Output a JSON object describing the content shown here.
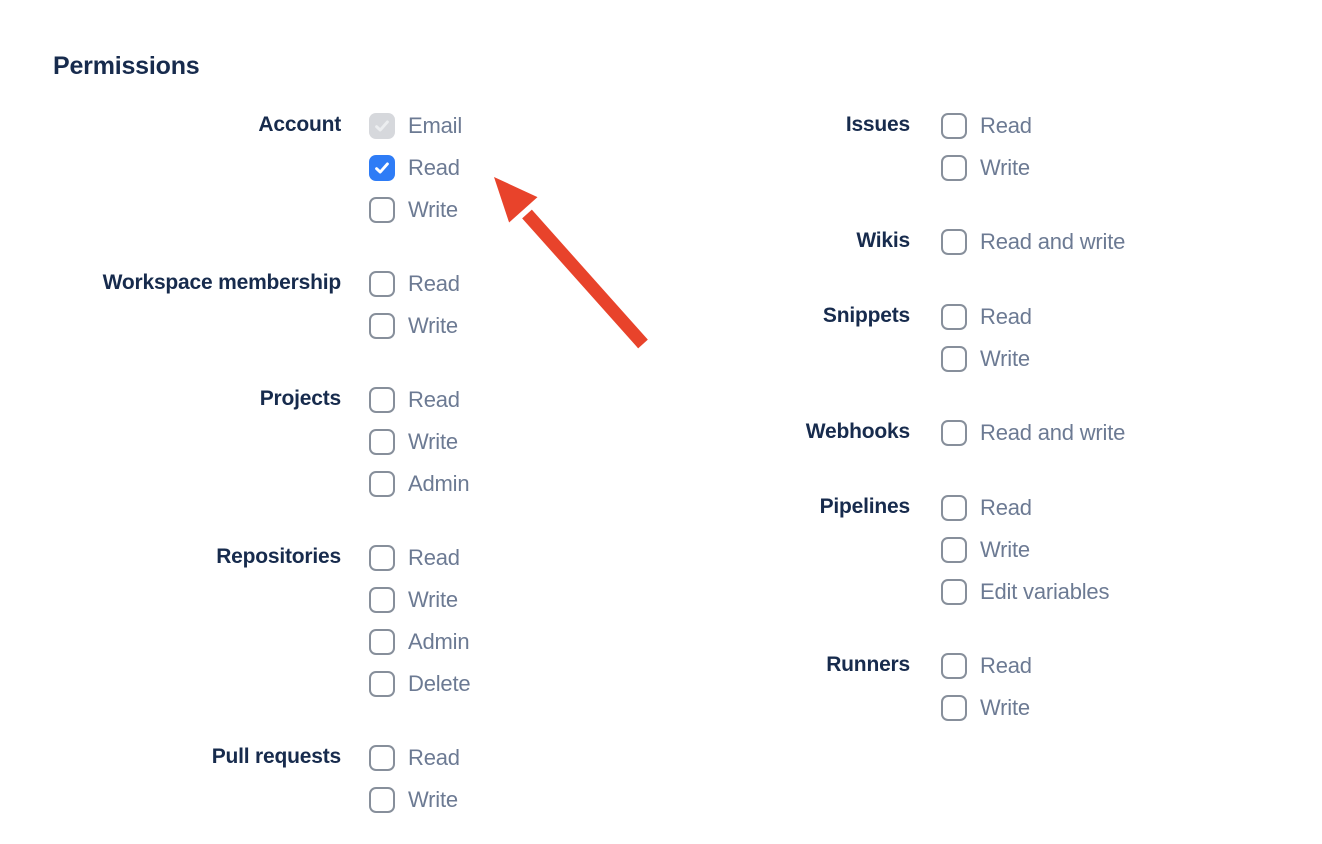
{
  "heading": "Permissions",
  "columns": [
    {
      "groups": [
        {
          "label": "Account",
          "options": [
            {
              "label": "Email",
              "state": "checked_disabled"
            },
            {
              "label": "Read",
              "state": "checked"
            },
            {
              "label": "Write",
              "state": "unchecked"
            }
          ]
        },
        {
          "label": "Workspace membership",
          "options": [
            {
              "label": "Read",
              "state": "unchecked"
            },
            {
              "label": "Write",
              "state": "unchecked"
            }
          ]
        },
        {
          "label": "Projects",
          "options": [
            {
              "label": "Read",
              "state": "unchecked"
            },
            {
              "label": "Write",
              "state": "unchecked"
            },
            {
              "label": "Admin",
              "state": "unchecked"
            }
          ]
        },
        {
          "label": "Repositories",
          "options": [
            {
              "label": "Read",
              "state": "unchecked"
            },
            {
              "label": "Write",
              "state": "unchecked"
            },
            {
              "label": "Admin",
              "state": "unchecked"
            },
            {
              "label": "Delete",
              "state": "unchecked"
            }
          ]
        },
        {
          "label": "Pull requests",
          "options": [
            {
              "label": "Read",
              "state": "unchecked"
            },
            {
              "label": "Write",
              "state": "unchecked"
            }
          ]
        }
      ]
    },
    {
      "groups": [
        {
          "label": "Issues",
          "options": [
            {
              "label": "Read",
              "state": "unchecked"
            },
            {
              "label": "Write",
              "state": "unchecked"
            }
          ]
        },
        {
          "label": "Wikis",
          "options": [
            {
              "label": "Read and write",
              "state": "unchecked"
            }
          ]
        },
        {
          "label": "Snippets",
          "options": [
            {
              "label": "Read",
              "state": "unchecked"
            },
            {
              "label": "Write",
              "state": "unchecked"
            }
          ]
        },
        {
          "label": "Webhooks",
          "options": [
            {
              "label": "Read and write",
              "state": "unchecked"
            }
          ]
        },
        {
          "label": "Pipelines",
          "options": [
            {
              "label": "Read",
              "state": "unchecked"
            },
            {
              "label": "Write",
              "state": "unchecked"
            },
            {
              "label": "Edit variables",
              "state": "unchecked"
            }
          ]
        },
        {
          "label": "Runners",
          "options": [
            {
              "label": "Read",
              "state": "unchecked"
            },
            {
              "label": "Write",
              "state": "unchecked"
            }
          ]
        }
      ]
    }
  ],
  "annotation_arrow": {
    "points_at": "Account Read checkbox",
    "color": "#E8432B"
  },
  "colors": {
    "background": "#FFFFFF",
    "heading_text": "#172B4D",
    "group_label_text": "#172B4D",
    "option_label_text": "#6C7A93",
    "checkbox_checked_bg": "#2E7CF6",
    "checkbox_checked_mark": "#FFFFFF",
    "checkbox_unchecked_border": "#878F9B",
    "checkbox_disabled_bg": "#D6D8DC",
    "checkbox_disabled_mark": "#ECEEF0"
  }
}
